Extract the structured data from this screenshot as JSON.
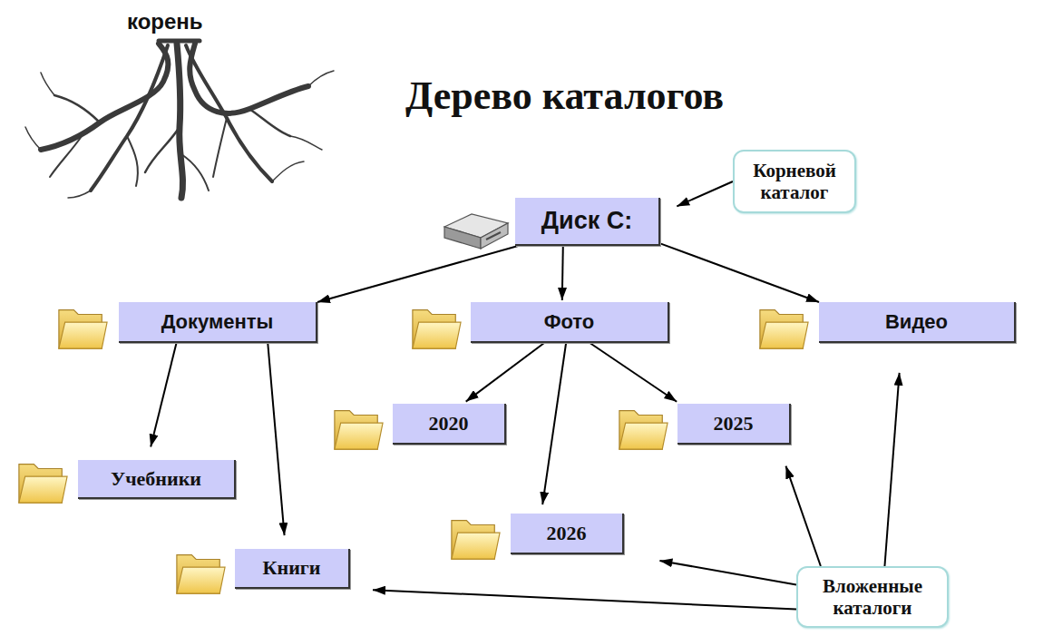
{
  "diagram": {
    "title": "Дерево каталогов",
    "nodes": [
      {
        "text": [
          "Корневой каталог"
        ]
      },
      {
        "text": [
          "Диск C:"
        ]
      },
      {
        "text": [
          "Документы"
        ]
      },
      {
        "text": [
          "Фото"
        ]
      },
      {
        "text": [
          "Видео"
        ]
      },
      {
        "text": [
          "2020"
        ]
      },
      {
        "text": [
          "2025"
        ]
      },
      {
        "text": [
          "Учебники"
        ]
      },
      {
        "text": [
          "2026"
        ]
      },
      {
        "text": [
          "Книги"
        ]
      },
      {
        "text": [
          "Вложенные каталоги"
        ]
      }
    ],
    "edges": [
      {
        "from": 0,
        "to": 1,
        "arrow": "to"
      },
      {
        "from": 1,
        "to": 2,
        "arrow": "to"
      },
      {
        "from": 1,
        "to": 3,
        "arrow": "to"
      },
      {
        "from": 1,
        "to": 4,
        "arrow": "to"
      },
      {
        "from": 2,
        "to": 7,
        "arrow": "to"
      },
      {
        "from": 2,
        "to": 9,
        "arrow": "to"
      },
      {
        "from": 3,
        "to": 5,
        "arrow": "to"
      },
      {
        "from": 3,
        "to": 8,
        "arrow": "to"
      },
      {
        "from": 3,
        "to": 6,
        "arrow": "to"
      },
      {
        "from": 10,
        "to": 4,
        "arrow": "to"
      },
      {
        "from": 10,
        "to": 6,
        "arrow": "to"
      },
      {
        "from": 10,
        "to": 8,
        "arrow": "to"
      },
      {
        "from": 10,
        "to": 9,
        "arrow": "to"
      }
    ],
    "labels": [
      "корень"
    ]
  }
}
